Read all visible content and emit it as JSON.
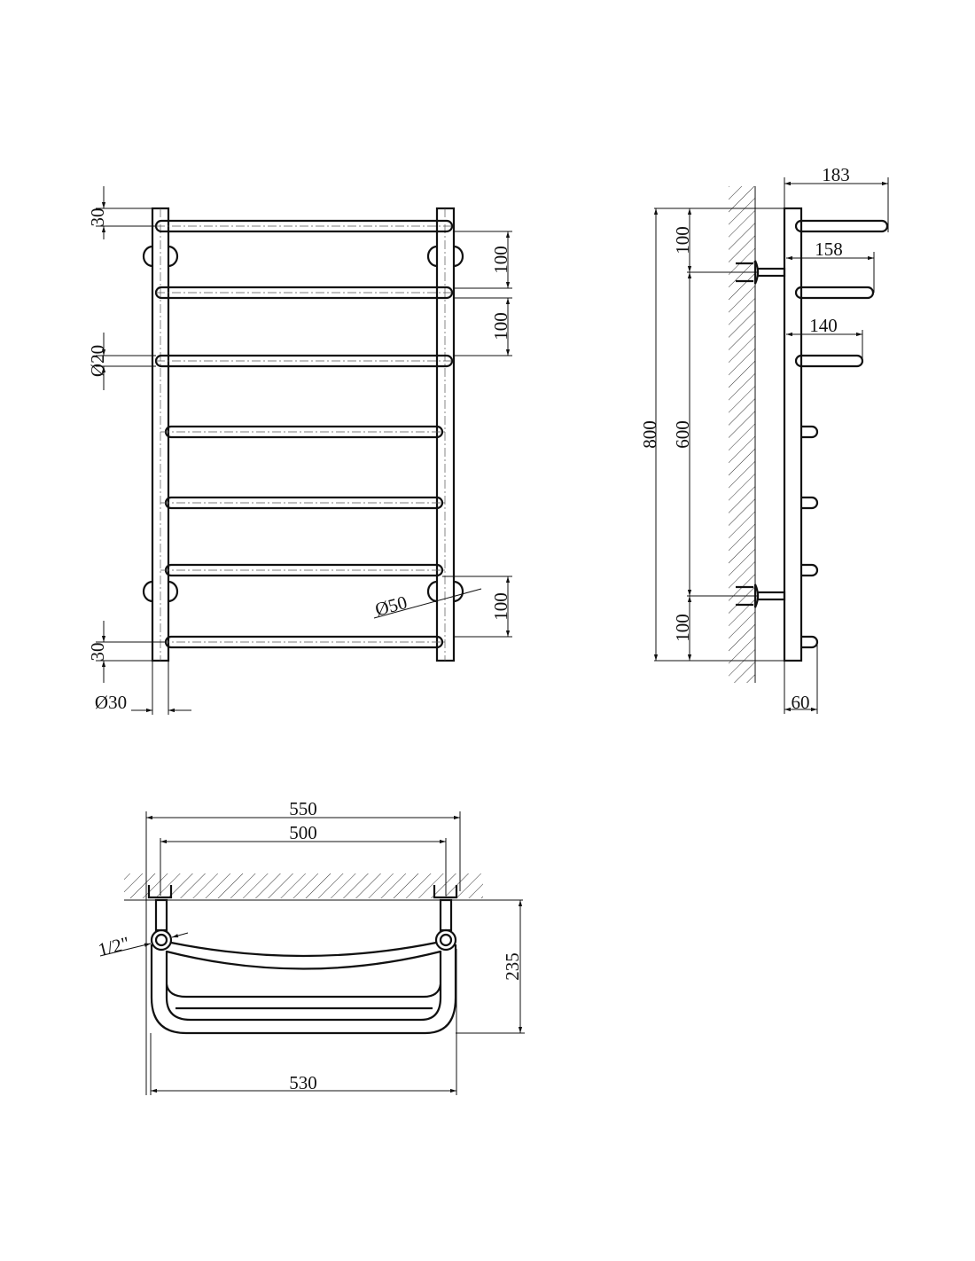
{
  "front_view": {
    "dim_top_offset": "30",
    "dim_bar_pitch_1": "100",
    "dim_bar_pitch_2": "100",
    "dim_bar_diameter": "Ø20",
    "dim_bracket_diameter": "Ø50",
    "dim_bottom_pitch": "100",
    "dim_bottom_offset": "30",
    "dim_rail_diameter": "Ø30"
  },
  "side_view": {
    "dim_depth_top": "183",
    "dim_depth_second": "158",
    "dim_depth_third": "140",
    "dim_total_height": "800",
    "dim_top_to_bracket": "100",
    "dim_bracket_spacing": "600",
    "dim_bracket_to_bottom": "100",
    "dim_rail_depth": "60"
  },
  "top_view": {
    "dim_overall_width": "550",
    "dim_center_distance": "500",
    "dim_connection": "1/2\"",
    "dim_projection": "235",
    "dim_bottom_width": "530"
  }
}
